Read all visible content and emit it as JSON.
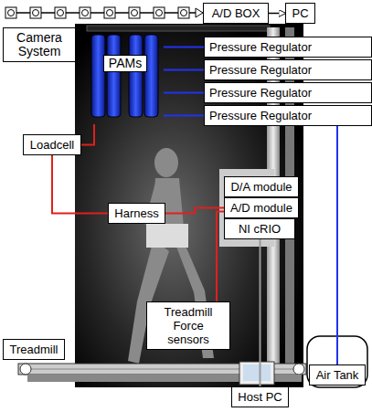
{
  "diagram": {
    "nodes": [
      {
        "text": [
          "A/D BOX"
        ]
      },
      {
        "text": [
          "PC"
        ]
      },
      {
        "text": [
          "Camera System"
        ]
      },
      {
        "text": [
          "PAMs"
        ]
      },
      {
        "text": [
          "Pressure Regulator"
        ]
      },
      {
        "text": [
          "Pressure Regulator"
        ]
      },
      {
        "text": [
          "Pressure Regulator"
        ]
      },
      {
        "text": [
          "Pressure Regulator"
        ]
      },
      {
        "text": [
          "Loadcell"
        ]
      },
      {
        "text": [
          "D/A module"
        ]
      },
      {
        "text": [
          "A/D module"
        ]
      },
      {
        "text": [
          "NI cRIO"
        ]
      },
      {
        "text": [
          "Harness"
        ]
      },
      {
        "text": [
          "Treadmill Force sensors"
        ]
      },
      {
        "text": [
          "Treadmill"
        ]
      },
      {
        "text": [
          "Host PC"
        ]
      },
      {
        "text": [
          "Air Tank"
        ]
      }
    ],
    "edges": [
      {
        "from": 0,
        "to": 1,
        "arrow": "to"
      },
      {
        "from": 4,
        "to": 3,
        "arrow": "none"
      },
      {
        "from": 5,
        "to": 3,
        "arrow": "none"
      },
      {
        "from": 6,
        "to": 3,
        "arrow": "none"
      },
      {
        "from": 7,
        "to": 3,
        "arrow": "none"
      },
      {
        "from": 16,
        "to": 7,
        "arrow": "none"
      },
      {
        "from": 3,
        "to": 8,
        "arrow": "none"
      },
      {
        "from": 8,
        "to": 12,
        "arrow": "none"
      },
      {
        "from": 12,
        "to": 10,
        "arrow": "none"
      },
      {
        "from": 13,
        "to": 10,
        "arrow": "none"
      },
      {
        "from": 11,
        "to": 15,
        "arrow": "none"
      }
    ]
  }
}
